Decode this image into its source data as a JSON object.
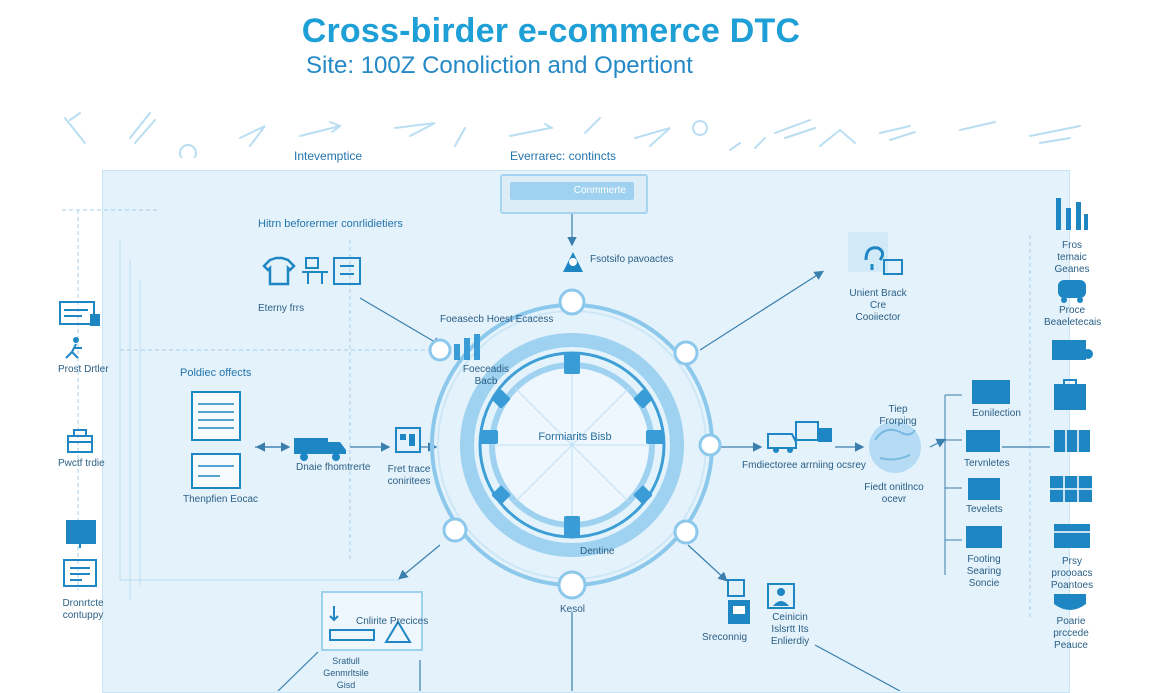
{
  "header": {
    "title": "Cross-birder e-commerce  DTC",
    "subtitle": "Site: 100Z Conoliction and Opertiont"
  },
  "columns": {
    "left": "Intevemptice",
    "center": "Everrareс: contincts"
  },
  "connector": {
    "label": "Conmmerte"
  },
  "hub": {
    "label": "Formiarits Bisb",
    "nodes": {
      "top": "Fsotsifo pavoactes",
      "upper_left": "Foeasecb Hoest Ecacess",
      "upper_left_inner": "Foeceadis Bacb",
      "bottom": "Dentine",
      "below": "Kesol"
    }
  },
  "left_groups": {
    "brand": {
      "title": "Hitrn beforermer conrlidietiers",
      "caption": "Eterny frrs"
    },
    "product": {
      "title": "Poldiec offects",
      "caption": "Thenpfien Eocac"
    },
    "flow": {
      "truck": "Dnaie fhomtrerte",
      "doc": "Fret trace coniritees"
    }
  },
  "far_left": [
    {
      "label": "Prost Drtler"
    },
    {
      "label": "Pwctf trdie"
    },
    {
      "label": "Dronrtcte contuppy"
    }
  ],
  "bottom_left": {
    "label": "Cnlirite Precices",
    "caption": "Sratlull Genmrltsile Gisd"
  },
  "bottom_center": {
    "label1": "Sreconnig",
    "label2": "Ceinicin Islsrtt Its Enlierdiy"
  },
  "right_groups": {
    "upper": {
      "label": "Unient Brack Cre Cooiiector"
    },
    "logistics": {
      "label": "Fmdiectoreе arrniing ocsrey"
    },
    "globe": {
      "label_top": "Tiep Frorping",
      "label_bottom": "Fiedt onitlnco ocevr"
    }
  },
  "right_column": [
    {
      "label": "Eonilection"
    },
    {
      "label": "Tervnletes"
    },
    {
      "label": "Tevelets"
    },
    {
      "label": "Footing Searing Soncie"
    }
  ],
  "far_right": [
    {
      "label": "Fros temaic Geanes"
    },
    {
      "label": "Proce Beaeletecais"
    },
    {
      "label": "Prsy proooacs Poantoes"
    },
    {
      "label": "Poarie prccede Peauce"
    }
  ],
  "colors": {
    "accent": "#1e9fd6",
    "panel": "#e4f2fb",
    "line": "#3a9cc9",
    "ring": "#8cc8ec"
  }
}
